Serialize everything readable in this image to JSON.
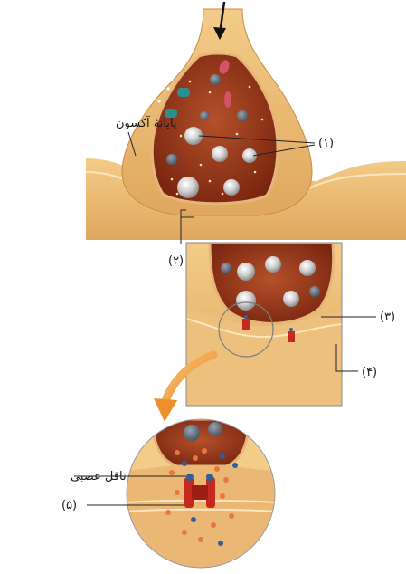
{
  "labels": {
    "axon_terminal": "پایانهٔ آکسون",
    "part1": "(۱)",
    "part2": "(۲)",
    "part3": "(۳)",
    "part4": "(۴)",
    "part5": "(۵)",
    "neurotransmitter": "ناقل عصبی"
  },
  "colors": {
    "membrane_tan": "#e9b872",
    "membrane_light": "#f6d9a4",
    "cytoplasm_dark": "#8a2f14",
    "cytoplasm_mid": "#b5502a",
    "vesicle": "#cfcfcf",
    "channel_red": "#c62a1e",
    "arrow_orange": "#f0a040",
    "neurotransmitter_orange": "#e8773a",
    "neurotransmitter_blue": "#2f5f9e"
  }
}
